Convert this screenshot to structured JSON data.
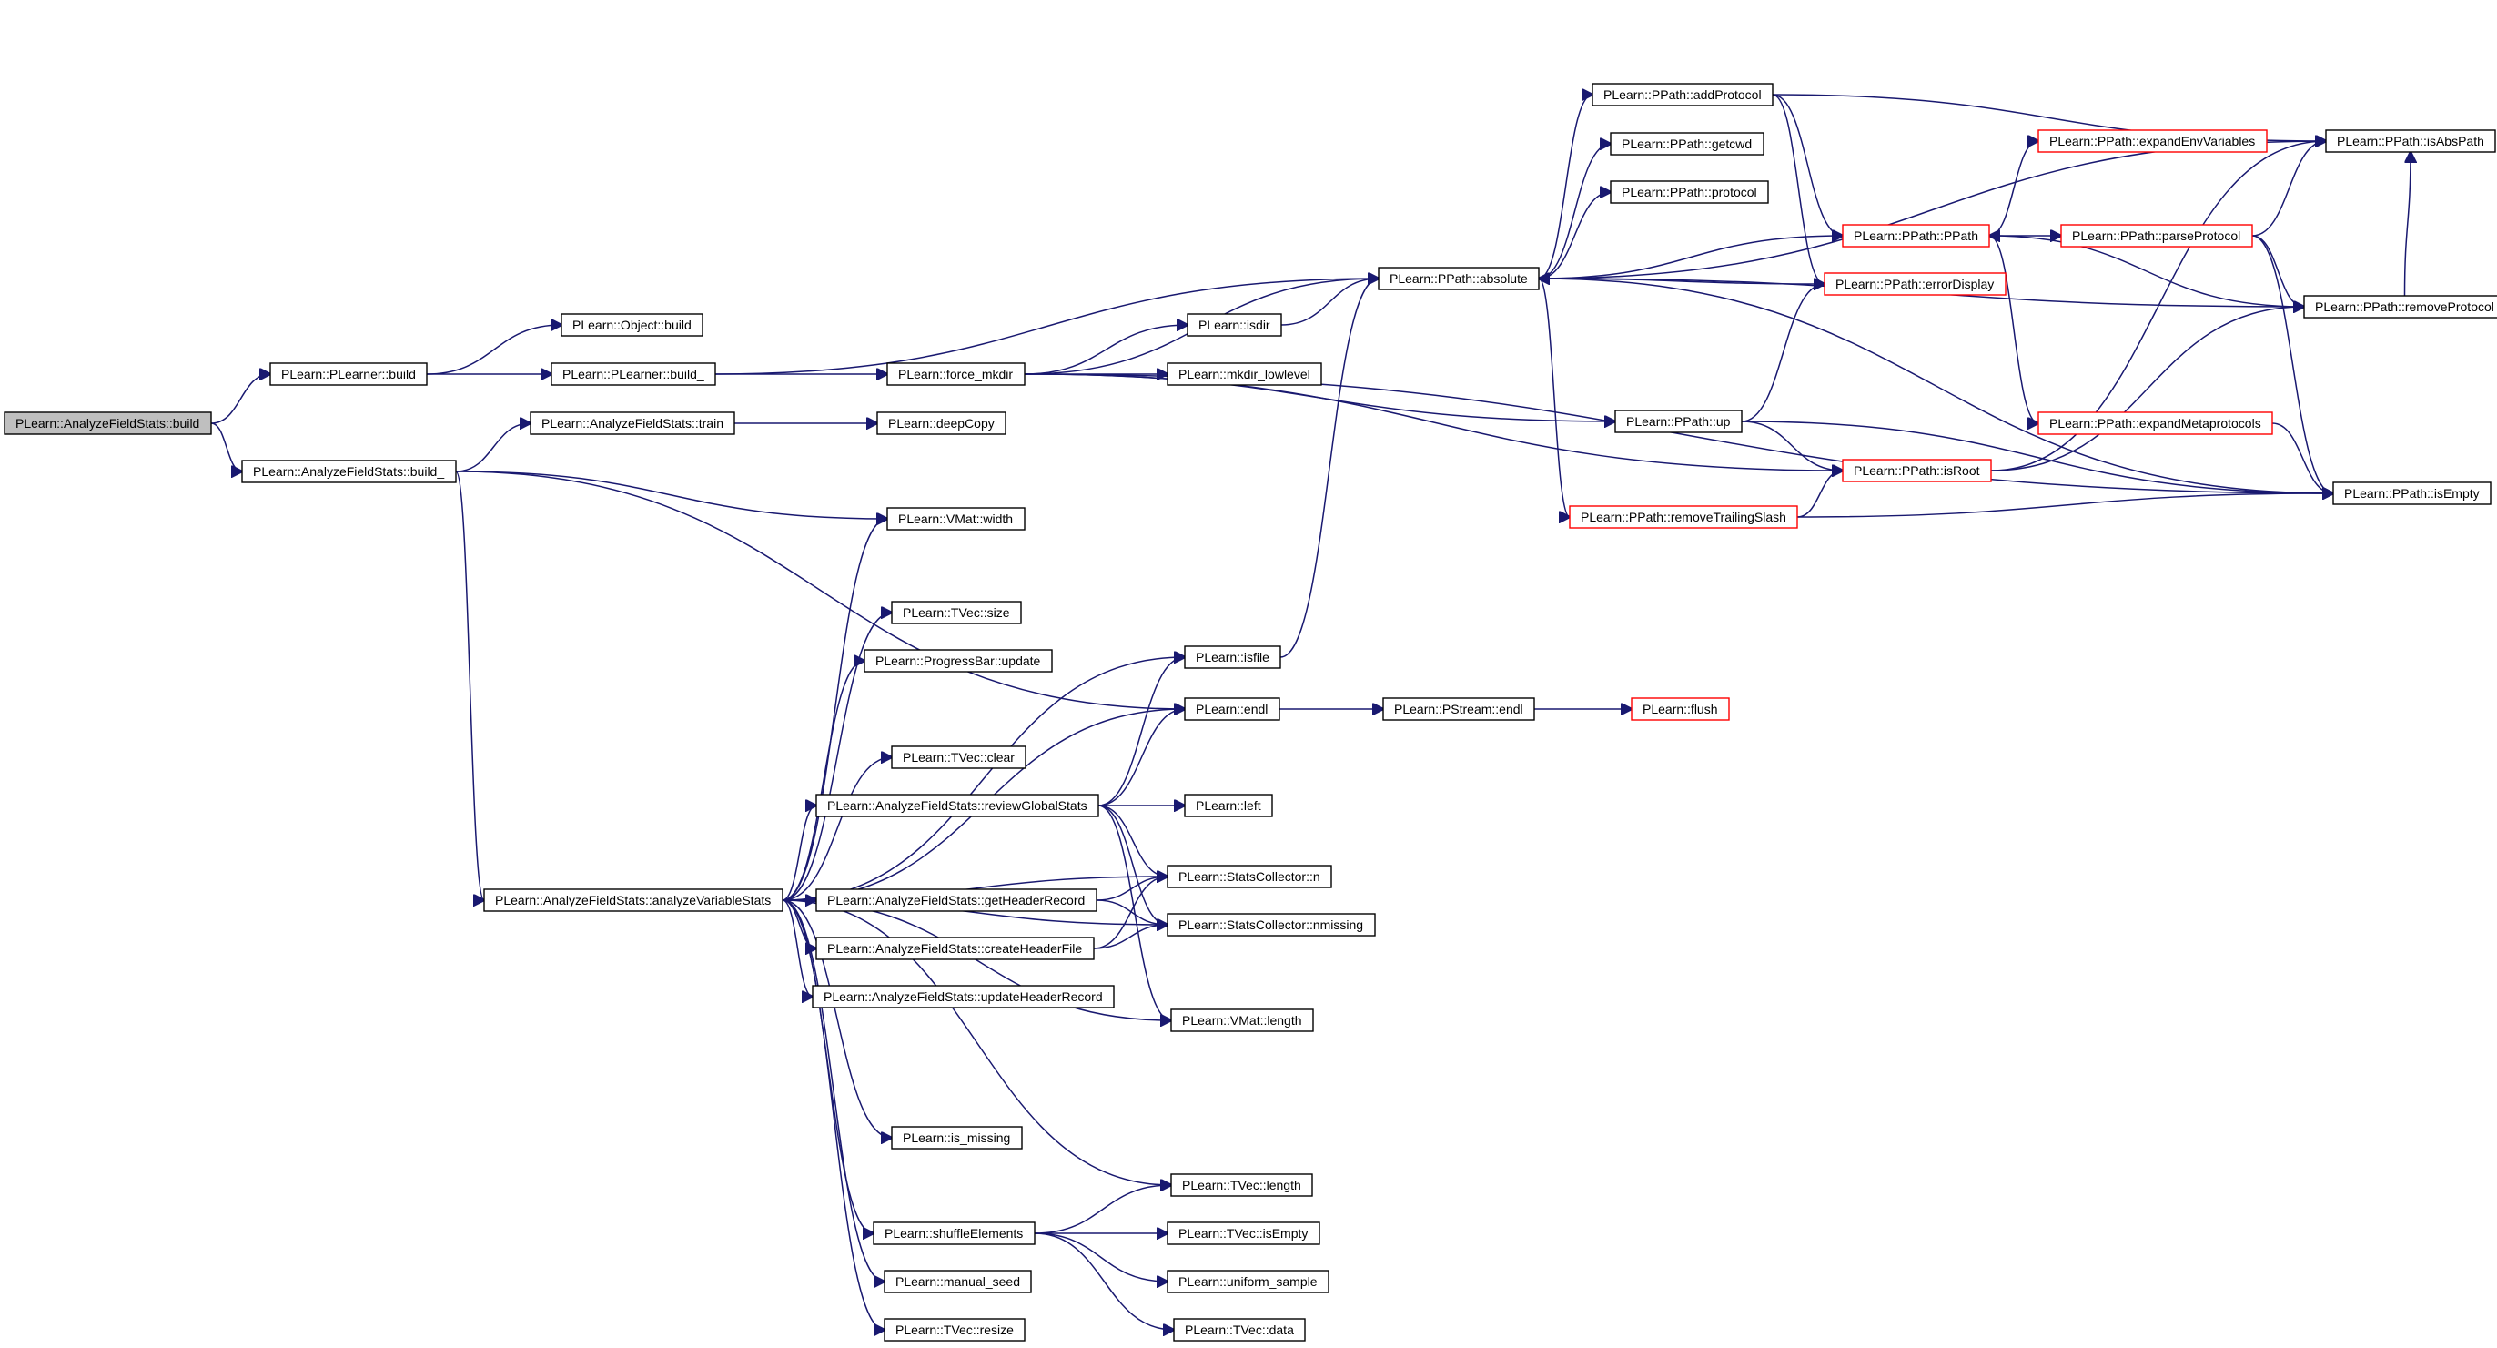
{
  "diagram": {
    "type": "call-graph",
    "edge_color": "#191970",
    "truncated_border_color": "#ff0000",
    "root_fill_color": "#bfbfbf",
    "nodes": [
      {
        "id": "n0",
        "label": "PLearn::AnalyzeFieldStats::build",
        "root": true
      },
      {
        "id": "n1",
        "label": "PLearn::PLearner::build"
      },
      {
        "id": "n2",
        "label": "PLearn::AnalyzeFieldStats::build_"
      },
      {
        "id": "n3",
        "label": "PLearn::Object::build"
      },
      {
        "id": "n4",
        "label": "PLearn::PLearner::build_"
      },
      {
        "id": "n5",
        "label": "PLearn::PPath::absolute"
      },
      {
        "id": "n6",
        "label": "PLearn::force_mkdir"
      },
      {
        "id": "n7",
        "label": "PLearn::AnalyzeFieldStats::train"
      },
      {
        "id": "n8",
        "label": "PLearn::deepCopy"
      },
      {
        "id": "n9",
        "label": "PLearn::VMat::width"
      },
      {
        "id": "n10",
        "label": "PLearn::endl"
      },
      {
        "id": "n11",
        "label": "PLearn::AnalyzeFieldStats::analyzeVariableStats"
      },
      {
        "id": "n12",
        "label": "PLearn::PPath::addProtocol"
      },
      {
        "id": "n13",
        "label": "PLearn::PPath::getcwd"
      },
      {
        "id": "n14",
        "label": "PLearn::PPath::protocol"
      },
      {
        "id": "n15",
        "label": "PLearn::PPath::PPath",
        "truncated": true
      },
      {
        "id": "n16",
        "label": "PLearn::PPath::errorDisplay",
        "truncated": true
      },
      {
        "id": "n17",
        "label": "PLearn::PPath::removeTrailingSlash",
        "truncated": true
      },
      {
        "id": "n18",
        "label": "PLearn::PPath::isRoot",
        "truncated": true
      },
      {
        "id": "n19",
        "label": "PLearn::PPath::isEmpty"
      },
      {
        "id": "n20",
        "label": "PLearn::PPath::isAbsPath"
      },
      {
        "id": "n21",
        "label": "PLearn::PPath::expandEnvVariables",
        "truncated": true
      },
      {
        "id": "n22",
        "label": "PLearn::PPath::parseProtocol",
        "truncated": true
      },
      {
        "id": "n23",
        "label": "PLearn::PPath::removeProtocol"
      },
      {
        "id": "n24",
        "label": "PLearn::PPath::expandMetaprotocols",
        "truncated": true
      },
      {
        "id": "n25",
        "label": "PLearn::isdir"
      },
      {
        "id": "n26",
        "label": "PLearn::mkdir_lowlevel"
      },
      {
        "id": "n27",
        "label": "PLearn::PPath::up"
      },
      {
        "id": "n28",
        "label": "PLearn::TVec::size"
      },
      {
        "id": "n29",
        "label": "PLearn::ProgressBar::update"
      },
      {
        "id": "n30",
        "label": "PLearn::isfile"
      },
      {
        "id": "n31",
        "label": "PLearn::PStream::endl"
      },
      {
        "id": "n32",
        "label": "PLearn::flush",
        "truncated": true
      },
      {
        "id": "n33",
        "label": "PLearn::TVec::clear"
      },
      {
        "id": "n34",
        "label": "PLearn::AnalyzeFieldStats::reviewGlobalStats"
      },
      {
        "id": "n35",
        "label": "PLearn::left"
      },
      {
        "id": "n36",
        "label": "PLearn::StatsCollector::n"
      },
      {
        "id": "n37",
        "label": "PLearn::AnalyzeFieldStats::getHeaderRecord"
      },
      {
        "id": "n38",
        "label": "PLearn::StatsCollector::nmissing"
      },
      {
        "id": "n39",
        "label": "PLearn::AnalyzeFieldStats::createHeaderFile"
      },
      {
        "id": "n40",
        "label": "PLearn::AnalyzeFieldStats::updateHeaderRecord"
      },
      {
        "id": "n41",
        "label": "PLearn::VMat::length"
      },
      {
        "id": "n42",
        "label": "PLearn::is_missing"
      },
      {
        "id": "n43",
        "label": "PLearn::TVec::length"
      },
      {
        "id": "n44",
        "label": "PLearn::shuffleElements"
      },
      {
        "id": "n45",
        "label": "PLearn::TVec::isEmpty"
      },
      {
        "id": "n46",
        "label": "PLearn::uniform_sample"
      },
      {
        "id": "n47",
        "label": "PLearn::manual_seed"
      },
      {
        "id": "n48",
        "label": "PLearn::TVec::data"
      },
      {
        "id": "n49",
        "label": "PLearn::TVec::resize"
      }
    ],
    "edges": [
      [
        "n0",
        "n1"
      ],
      [
        "n0",
        "n2"
      ],
      [
        "n1",
        "n3"
      ],
      [
        "n1",
        "n4"
      ],
      [
        "n4",
        "n5"
      ],
      [
        "n4",
        "n6"
      ],
      [
        "n2",
        "n7"
      ],
      [
        "n2",
        "n9"
      ],
      [
        "n2",
        "n10"
      ],
      [
        "n2",
        "n11"
      ],
      [
        "n7",
        "n8"
      ],
      [
        "n6",
        "n5"
      ],
      [
        "n6",
        "n25"
      ],
      [
        "n6",
        "n26"
      ],
      [
        "n6",
        "n27"
      ],
      [
        "n6",
        "n18"
      ],
      [
        "n6",
        "n19"
      ],
      [
        "n25",
        "n5"
      ],
      [
        "n5",
        "n12"
      ],
      [
        "n5",
        "n13"
      ],
      [
        "n5",
        "n14"
      ],
      [
        "n5",
        "n15"
      ],
      [
        "n5",
        "n17"
      ],
      [
        "n5",
        "n20"
      ],
      [
        "n5",
        "n19"
      ],
      [
        "n12",
        "n15"
      ],
      [
        "n12",
        "n16"
      ],
      [
        "n12",
        "n20"
      ],
      [
        "n15",
        "n21"
      ],
      [
        "n15",
        "n22"
      ],
      [
        "n15",
        "n24"
      ],
      [
        "n16",
        "n5"
      ],
      [
        "n22",
        "n20"
      ],
      [
        "n22",
        "n23"
      ],
      [
        "n22",
        "n19"
      ],
      [
        "n23",
        "n5"
      ],
      [
        "n23",
        "n15"
      ],
      [
        "n23",
        "n20"
      ],
      [
        "n24",
        "n19"
      ],
      [
        "n27",
        "n16"
      ],
      [
        "n27",
        "n18"
      ],
      [
        "n27",
        "n19"
      ],
      [
        "n18",
        "n20"
      ],
      [
        "n18",
        "n23"
      ],
      [
        "n17",
        "n18"
      ],
      [
        "n17",
        "n19"
      ],
      [
        "n30",
        "n5"
      ],
      [
        "n10",
        "n31"
      ],
      [
        "n31",
        "n32"
      ],
      [
        "n11",
        "n9"
      ],
      [
        "n11",
        "n28"
      ],
      [
        "n11",
        "n29"
      ],
      [
        "n11",
        "n30"
      ],
      [
        "n11",
        "n10"
      ],
      [
        "n11",
        "n33"
      ],
      [
        "n11",
        "n34"
      ],
      [
        "n11",
        "n36"
      ],
      [
        "n11",
        "n37"
      ],
      [
        "n11",
        "n38"
      ],
      [
        "n11",
        "n39"
      ],
      [
        "n11",
        "n40"
      ],
      [
        "n11",
        "n41"
      ],
      [
        "n11",
        "n42"
      ],
      [
        "n11",
        "n43"
      ],
      [
        "n11",
        "n44"
      ],
      [
        "n11",
        "n47"
      ],
      [
        "n11",
        "n49"
      ],
      [
        "n34",
        "n30"
      ],
      [
        "n34",
        "n10"
      ],
      [
        "n34",
        "n35"
      ],
      [
        "n34",
        "n36"
      ],
      [
        "n34",
        "n38"
      ],
      [
        "n34",
        "n41"
      ],
      [
        "n37",
        "n36"
      ],
      [
        "n37",
        "n38"
      ],
      [
        "n39",
        "n36"
      ],
      [
        "n39",
        "n38"
      ],
      [
        "n44",
        "n43"
      ],
      [
        "n44",
        "n45"
      ],
      [
        "n44",
        "n46"
      ],
      [
        "n44",
        "n48"
      ]
    ]
  }
}
